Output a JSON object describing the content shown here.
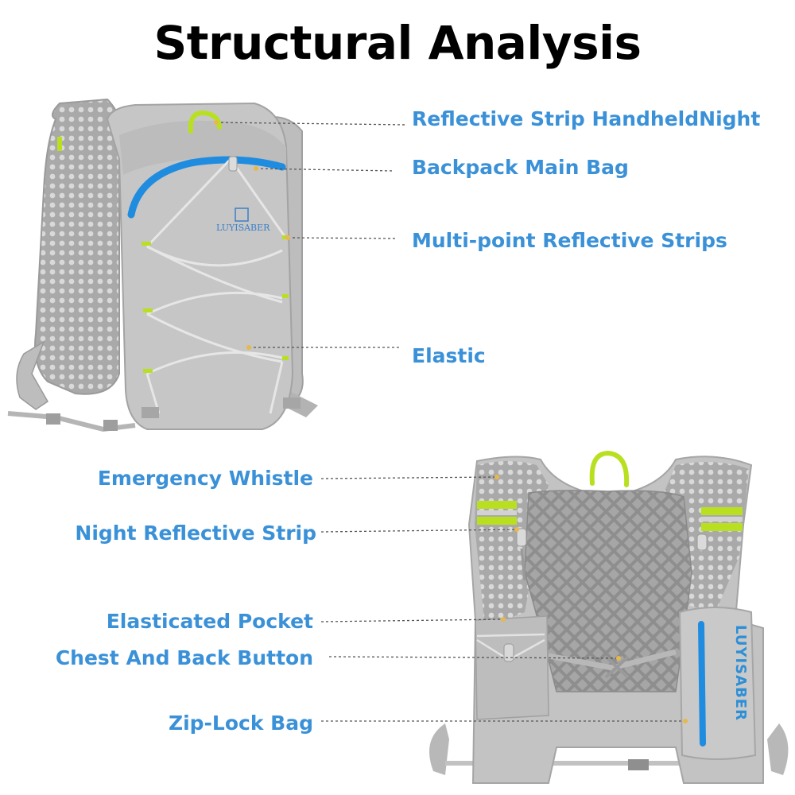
{
  "title": "Structural Analysis",
  "accent_color": "#3a91d8",
  "leader_color": "#555555",
  "dot_color": "#e8b84a",
  "labels": {
    "reflective_strip_handheld": "Reflective Strip HandheldNight",
    "backpack_main_bag": "Backpack Main Bag",
    "multi_point_reflective": "Multi-point Reflective Strips",
    "elastic": "Elastic",
    "emergency_whistle": "Emergency Whistle",
    "night_reflective_strip": "Night Reflective Strip",
    "elasticated_pocket": "Elasticated Pocket",
    "chest_back_button": "Chest And Back Button",
    "zip_lock_bag": "Zip-Lock Bag"
  },
  "brand": {
    "front_logo_text": "LUYISABER",
    "vest_pocket_text": "LUYISABER"
  }
}
